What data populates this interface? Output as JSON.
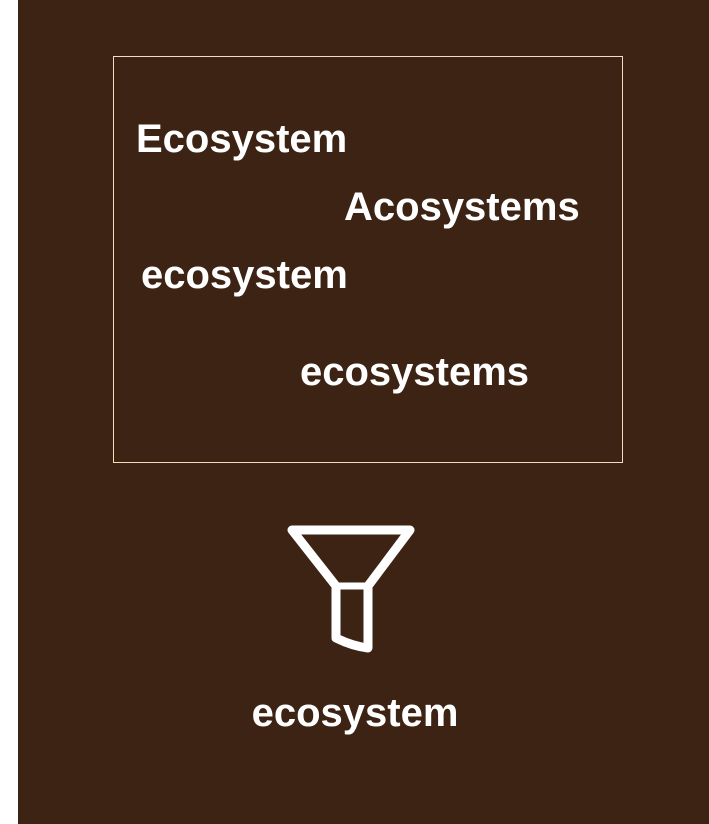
{
  "colors": {
    "background": "#3d2314",
    "box_border": "#f3dcc0",
    "text": "#ffffff"
  },
  "input_words": [
    "Ecosystem",
    "Acosystems",
    "ecosystem",
    "ecosystems"
  ],
  "icon": "funnel-icon",
  "output_word": "ecosystem"
}
